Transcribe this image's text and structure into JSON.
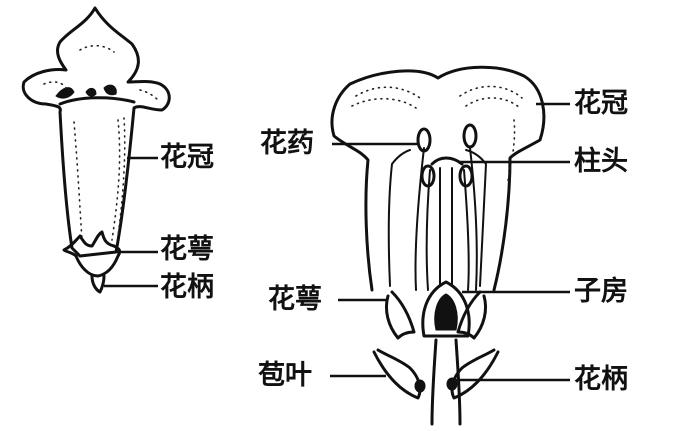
{
  "left_flower": {
    "labels": {
      "corolla": "花冠",
      "calyx": "花萼",
      "pedicel": "花柄"
    }
  },
  "right_section": {
    "labels": {
      "corolla": "花冠",
      "anther": "花药",
      "stigma": "柱头",
      "ovary": "子房",
      "calyx": "花萼",
      "bract": "苞叶",
      "pedicel": "花柄"
    }
  }
}
